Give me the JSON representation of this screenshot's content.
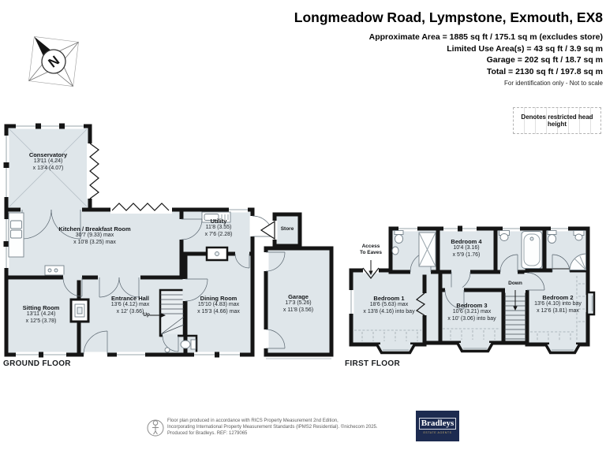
{
  "header": {
    "title": "Longmeadow Road, Lympstone, Exmouth, EX8",
    "area_lines": [
      "Approximate Area = 1885 sq ft / 175.1 sq m (excludes store)",
      "Limited Use Area(s) = 43 sq ft / 3.9 sq m",
      "Garage = 202 sq ft / 18.7 sq m",
      "Total = 2130 sq ft / 197.8 sq m"
    ],
    "note": "For identification only - Not to scale",
    "legend": "Denotes restricted head height"
  },
  "compass": {
    "letter": "N"
  },
  "ground_floor": {
    "label": "GROUND FLOOR",
    "up_label": "Up",
    "rooms": {
      "conservatory": {
        "name": "Conservatory",
        "dim1": "13'11 (4.24)",
        "dim2": "x 13'4 (4.07)"
      },
      "kitchen": {
        "name": "Kitchen / Breakfast Room",
        "dim1": "30'7 (9.33) max",
        "dim2": "x 10'8 (3.25) max"
      },
      "utility": {
        "name": "Utility",
        "dim1": "11'8 (3.55)",
        "dim2": "x 7'6 (2.28)"
      },
      "store": {
        "name": "Store"
      },
      "dining_room": {
        "name": "Dining Room",
        "dim1": "15'10 (4.83) max",
        "dim2": "x 15'3 (4.66) max"
      },
      "entrance_hall": {
        "name": "Entrance Hall",
        "dim1": "13'6 (4.12) max",
        "dim2": "x 12' (3.66)"
      },
      "sitting_room": {
        "name": "Sitting Room",
        "dim1": "13'11 (4.24)",
        "dim2": "x 12'5 (3.78)"
      },
      "garage": {
        "name": "Garage",
        "dim1": "17'3 (5.26)",
        "dim2": "x 11'8 (3.56)"
      }
    }
  },
  "first_floor": {
    "label": "FIRST FLOOR",
    "down_label": "Down",
    "access_line1": "Access",
    "access_line2": "To Eaves",
    "rooms": {
      "bedroom1": {
        "name": "Bedroom 1",
        "dim1": "18'6 (5.63) max",
        "dim2": "x 13'8 (4.16) into bay"
      },
      "bedroom2": {
        "name": "Bedroom 2",
        "dim1": "13'6 (4.10) into bay",
        "dim2": "x 12'6 (3.81) max"
      },
      "bedroom3": {
        "name": "Bedroom 3",
        "dim1": "10'6 (3.21) max",
        "dim2": "x 10' (3.06) into bay"
      },
      "bedroom4": {
        "name": "Bedroom 4",
        "dim1": "10'4 (3.16)",
        "dim2": "x 5'9 (1.76)"
      }
    }
  },
  "footer": {
    "lines": [
      "Floor plan produced in accordance with RICS Property Measurement 2nd Edition,",
      "Incorporating International Property Measurement Standards (IPMS2 Residential).   ©nichecom 2025.",
      "Produced for Bradleys.   REF: 1279065"
    ],
    "logo": {
      "name": "Bradleys",
      "tagline": "ESTATE AGENTS"
    }
  },
  "colors": {
    "room_fill": "#dfe6ea",
    "wall": "#151515",
    "logo_navy": "#1d2b50",
    "logo_gold": "#bfa86a"
  }
}
